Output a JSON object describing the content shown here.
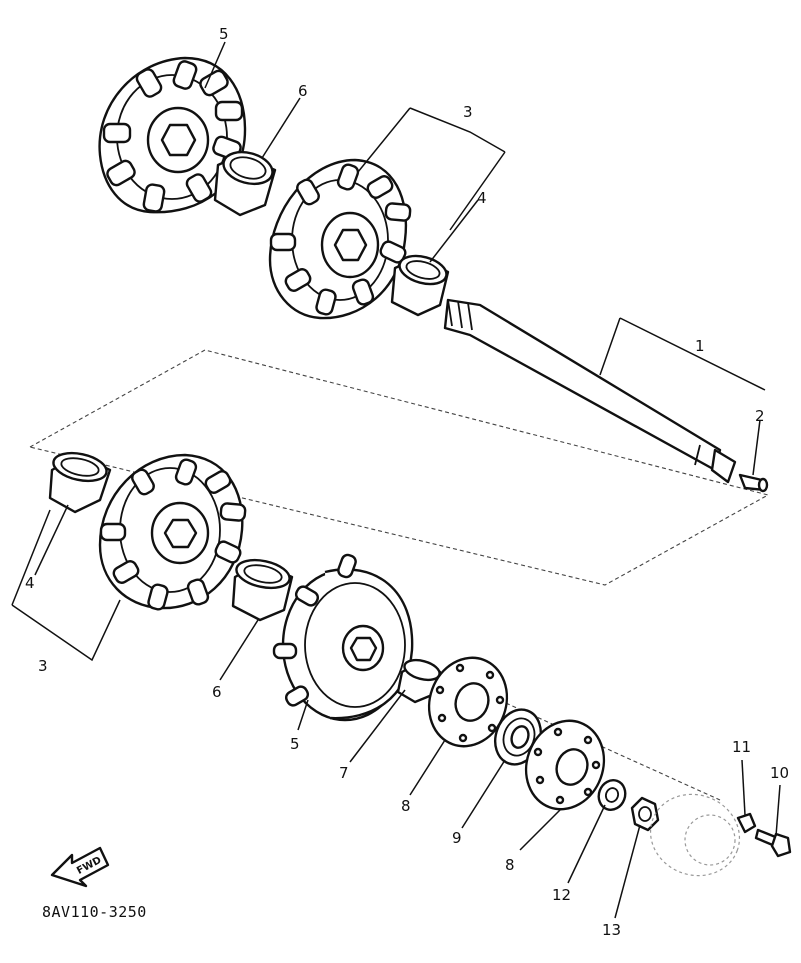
{
  "diagram_code": "8AV110-3250",
  "fwd_label": "FWD",
  "callouts": {
    "c5_top": "5",
    "c6_top": "6",
    "c3_top": "3",
    "c4_top": "4",
    "c1": "1",
    "c2": "2",
    "c4_left": "4",
    "c3_left": "3",
    "c6_bottom": "6",
    "c5_bottom": "5",
    "c7": "7",
    "c8_a": "8",
    "c9": "9",
    "c8_b": "8",
    "c12": "12",
    "c13": "13",
    "c11": "11",
    "c10": "10"
  }
}
